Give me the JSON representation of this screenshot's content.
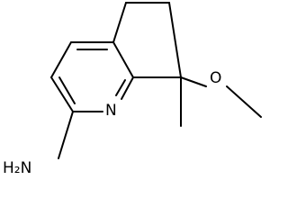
{
  "molecule": {
    "atom_labels": {
      "ring_nitrogen": "N",
      "methoxy_oxygen": "O",
      "amine": "H₂N"
    },
    "colors": {
      "bond": "#000000",
      "text": "#000000",
      "background": "#ffffff"
    }
  }
}
